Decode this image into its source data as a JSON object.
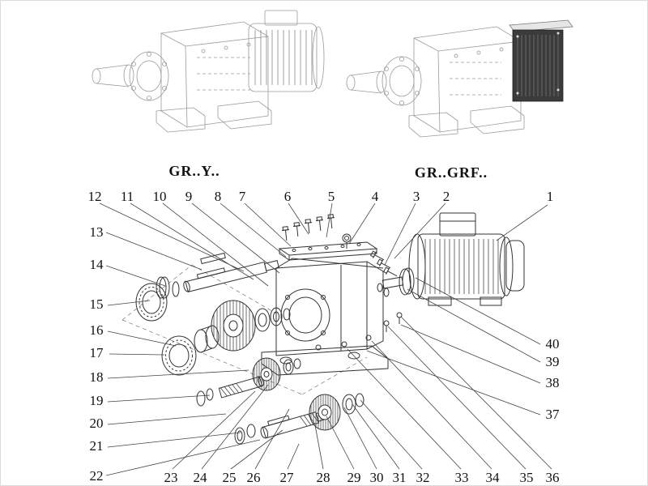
{
  "header": {
    "left_model_label": "GR..Y..",
    "right_model_label": "GR..GRF.."
  },
  "callouts": {
    "top": [
      "12",
      "11",
      "10",
      "9",
      "8",
      "7",
      "6",
      "5",
      "4",
      "3",
      "2",
      "1"
    ],
    "left": [
      "13",
      "14",
      "15",
      "16",
      "17",
      "18",
      "19",
      "20",
      "21",
      "22"
    ],
    "bottom": [
      "23",
      "24",
      "25",
      "26",
      "27",
      "28",
      "29",
      "30",
      "31",
      "32",
      "33",
      "34",
      "35",
      "36"
    ],
    "right": [
      "40",
      "39",
      "38",
      "37"
    ]
  },
  "colors": {
    "line": "#333333",
    "light_line": "#999999",
    "dark_block": "#3b3b3b",
    "text": "#111111"
  }
}
